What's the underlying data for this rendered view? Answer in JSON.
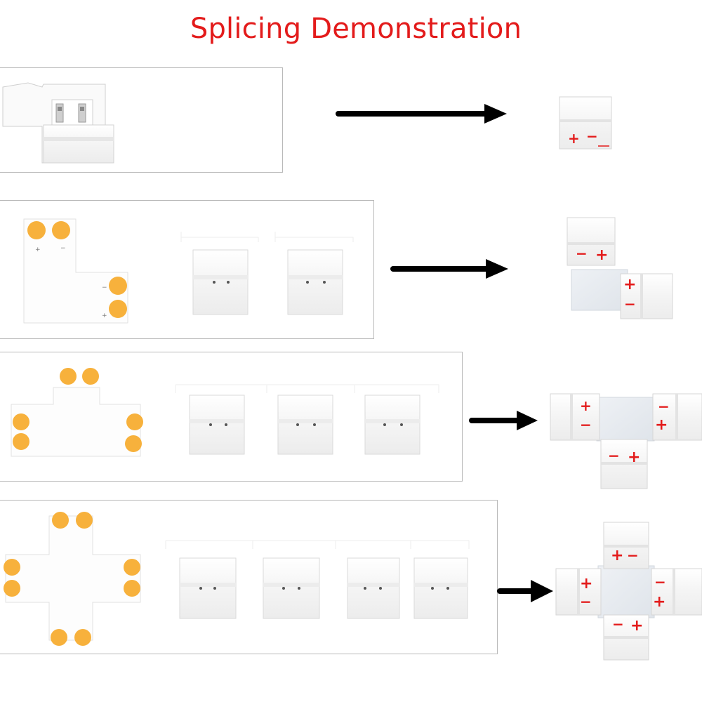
{
  "title": "Splicing Demonstration",
  "colors": {
    "title": "#e31b1b",
    "pad": "#f7b13c",
    "arrow": "#000000",
    "polarity": "#e31b1b"
  },
  "polarity": {
    "plus": "+",
    "minus": "−"
  },
  "rows": [
    {
      "name": "straight",
      "connector_count": 0
    },
    {
      "name": "l-shape",
      "connector_count": 2
    },
    {
      "name": "t-shape",
      "connector_count": 3
    },
    {
      "name": "x-shape",
      "connector_count": 4
    }
  ],
  "icons": [
    "arrow-right-icon",
    "solder-pad-icon",
    "clip-connector-icon"
  ]
}
